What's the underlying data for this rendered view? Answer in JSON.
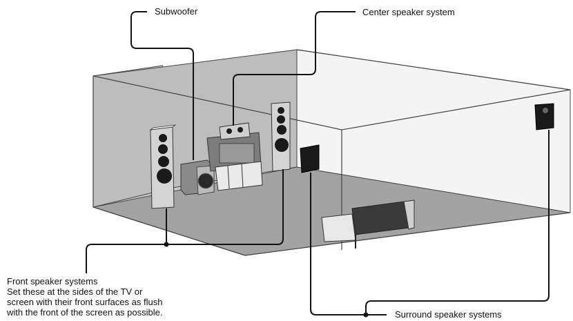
{
  "labels": {
    "subwoofer": "Subwoofer",
    "center": "Center speaker system",
    "surround": "Surround speaker systems",
    "front_title": "Front speaker systems",
    "front_desc": [
      "Set these at the sides of the TV or",
      "screen with their front surfaces as flush",
      "with the front of the screen as possible."
    ]
  },
  "colors": {
    "wall_back": "#bcbcbc",
    "wall_left": "#c8c8c8",
    "floor": "#9e9e9e",
    "line": "#111111",
    "speaker_dark": "#1a1a1a",
    "speaker_light": "#d6d6d6"
  }
}
